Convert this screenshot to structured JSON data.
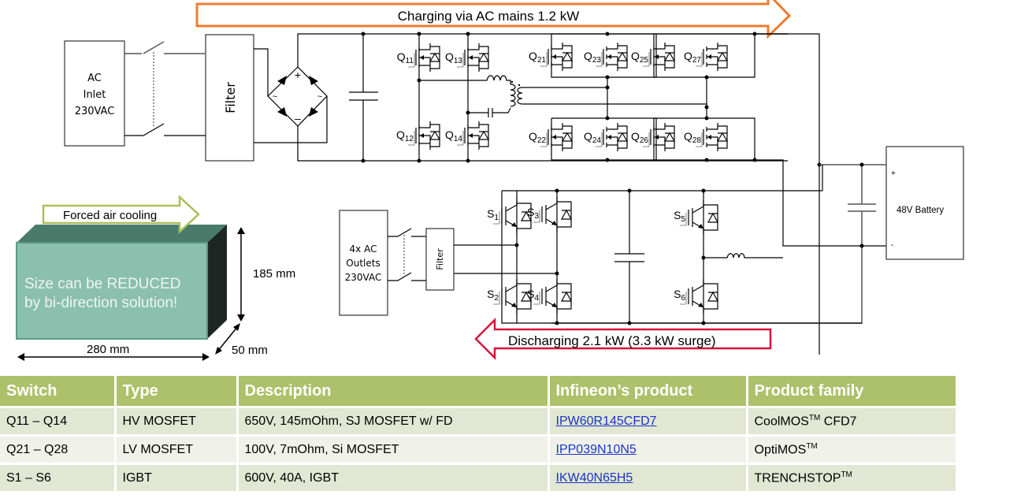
{
  "arrows": {
    "charging": {
      "label": "Charging via AC mains 1.2 kW",
      "color": "#ed7d31"
    },
    "discharging": {
      "label": "Discharging 2.1 kW (3.3 kW surge)",
      "color": "#d9143c"
    },
    "cooling": {
      "label": "Forced air cooling",
      "color": "#a9c05a"
    }
  },
  "blocks": {
    "ac_inlet": [
      "AC",
      "Inlet",
      "230VAC"
    ],
    "filter_top": "Filter",
    "ac_outlets": [
      "4x AC",
      "Outlets",
      "230VAC"
    ],
    "filter_bottom": "Filter",
    "battery": {
      "label": "48V Battery",
      "plus": "+",
      "minus": "-"
    }
  },
  "switch_labels": {
    "q11": {
      "base": "Q",
      "sub": "11"
    },
    "q12": {
      "base": "Q",
      "sub": "12"
    },
    "q13": {
      "base": "Q",
      "sub": "13"
    },
    "q14": {
      "base": "Q",
      "sub": "14"
    },
    "q21": {
      "base": "Q",
      "sub": "21"
    },
    "q22": {
      "base": "Q",
      "sub": "22"
    },
    "q23": {
      "base": "Q",
      "sub": "23"
    },
    "q24": {
      "base": "Q",
      "sub": "24"
    },
    "q25": {
      "base": "Q",
      "sub": "25"
    },
    "q26": {
      "base": "Q",
      "sub": "26"
    },
    "q27": {
      "base": "Q",
      "sub": "27"
    },
    "q28": {
      "base": "Q",
      "sub": "28"
    },
    "s1": {
      "base": "S",
      "sub": "1"
    },
    "s2": {
      "base": "S",
      "sub": "2"
    },
    "s3": {
      "base": "S",
      "sub": "3"
    },
    "s4": {
      "base": "S",
      "sub": "4"
    },
    "s5": {
      "base": "S",
      "sub": "5"
    },
    "s6": {
      "base": "S",
      "sub": "6"
    }
  },
  "enclosure": {
    "note": [
      "Size can be REDUCED",
      "by bi-direction solution!"
    ],
    "height": "185 mm",
    "width": "280 mm",
    "depth": "50 mm",
    "front_color": "#8bbfae",
    "top_color": "#4a7a6a",
    "side_color": "#1d2622"
  },
  "table": {
    "headers": [
      "Switch",
      "Type",
      "Description",
      "Infineon’s product",
      "Product family"
    ],
    "rows": [
      {
        "switch": "Q11 – Q14",
        "type": "HV MOSFET",
        "description": "650V, 145mOhm, SJ MOSFET w/ FD",
        "product": "IPW60R145CFD7",
        "family": "CoolMOS",
        "family_tm": "TM",
        "family_suffix": " CFD7"
      },
      {
        "switch": "Q21 – Q28",
        "type": "LV MOSFET",
        "description": "100V, 7mOhm, Si MOSFET",
        "product": "IPP039N10N5",
        "family": "OptiMOS",
        "family_tm": "TM",
        "family_suffix": ""
      },
      {
        "switch": "S1 – S6",
        "type": "IGBT",
        "description": "600V, 40A, IGBT",
        "product": "IKW40N65H5",
        "family": "TRENCHSTOP",
        "family_tm": "TM",
        "family_suffix": ""
      }
    ],
    "header_color": "#adc06a"
  }
}
